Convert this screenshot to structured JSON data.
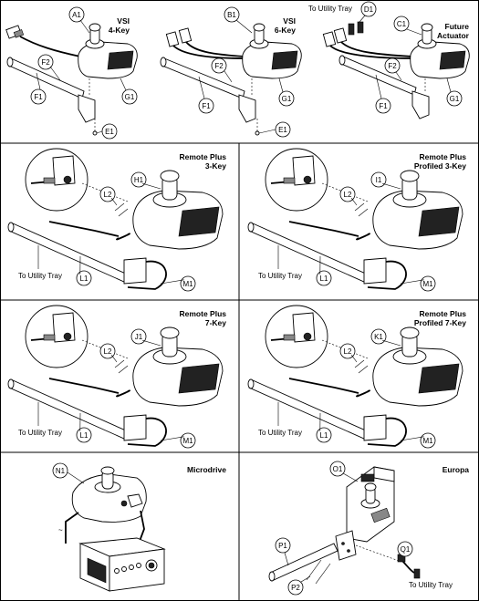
{
  "panels": {
    "vsi4": {
      "title": [
        "VSI",
        "4-Key"
      ],
      "labels": {
        "a": "A1",
        "f2": "F2",
        "f1": "F1",
        "g": "G1",
        "e": "E1"
      }
    },
    "vsi6": {
      "title": [
        "VSI",
        "6-Key"
      ],
      "labels": {
        "a": "B1",
        "f2": "F2",
        "f1": "F1",
        "g": "G1",
        "e": "E1"
      }
    },
    "future": {
      "title": [
        "Future",
        "Actuator"
      ],
      "labels": {
        "d": "D1",
        "a": "C1",
        "f2": "F2",
        "f1": "F1",
        "g": "G1"
      },
      "tray": "To Utility Tray"
    },
    "rp3": {
      "title": [
        "Remote Plus",
        "3-Key"
      ],
      "labels": {
        "h": "H1",
        "l2": "L2",
        "l1": "L1",
        "m": "M1"
      },
      "tray": "To Utility Tray"
    },
    "rpp3": {
      "title": [
        "Remote Plus",
        "Profiled 3-Key"
      ],
      "labels": {
        "h": "I1",
        "l2": "L2",
        "l1": "L1",
        "m": "M1"
      },
      "tray": "To Utility Tray"
    },
    "rp7": {
      "title": [
        "Remote Plus",
        "7-Key"
      ],
      "labels": {
        "h": "J1",
        "l2": "L2",
        "l1": "L1",
        "m": "M1"
      },
      "tray": "To Utility Tray"
    },
    "rpp7": {
      "title": [
        "Remote Plus",
        "Profiled 7-Key"
      ],
      "labels": {
        "h": "K1",
        "l2": "L2",
        "l1": "L1",
        "m": "M1"
      },
      "tray": "To Utility Tray"
    },
    "micro": {
      "title": [
        "Microdrive"
      ],
      "labels": {
        "n": "N1"
      }
    },
    "europa": {
      "title": [
        "Europa"
      ],
      "labels": {
        "o": "O1",
        "p1": "P1",
        "p2": "P2",
        "q": "Q1"
      },
      "tray": "To Utility Tray"
    }
  },
  "colors": {
    "stroke": "#000000",
    "background": "#ffffff",
    "dark_part": "#222222"
  }
}
